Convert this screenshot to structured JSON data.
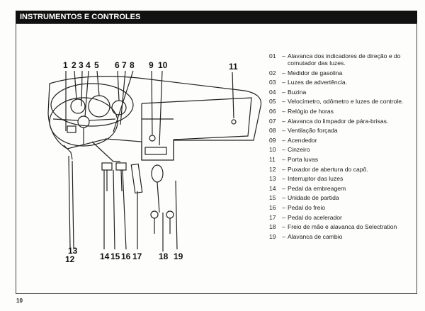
{
  "header": {
    "title": "INSTRUMENTOS E CONTROLES"
  },
  "callouts": [
    "1",
    "2",
    "3",
    "4",
    "5",
    "6",
    "7",
    "8",
    "9",
    "10",
    "11",
    "12",
    "13",
    "14",
    "15",
    "16",
    "17",
    "18",
    "19"
  ],
  "legend": [
    {
      "num": "01",
      "text": "Alavanca dos indicadores de direção e do comutador das luzes."
    },
    {
      "num": "02",
      "text": "Medidor de gasolina"
    },
    {
      "num": "03",
      "text": "Luzes de advertência."
    },
    {
      "num": "04",
      "text": "Buzina"
    },
    {
      "num": "05",
      "text": "Velocímetro, odômetro e luzes de controle."
    },
    {
      "num": "06",
      "text": "Relógio de horas"
    },
    {
      "num": "07",
      "text": "Alavanca do limpador de pára-brisas."
    },
    {
      "num": "08",
      "text": "Ventilação forçada"
    },
    {
      "num": "09",
      "text": "Acendedor"
    },
    {
      "num": "10",
      "text": "Cinzeiro"
    },
    {
      "num": "11",
      "text": "Porta luvas"
    },
    {
      "num": "12",
      "text": "Puxador de abertura do capô."
    },
    {
      "num": "13",
      "text": "Interruptor das luzes"
    },
    {
      "num": "14",
      "text": "Pedal da embreagem"
    },
    {
      "num": "15",
      "text": "Unidade de partida"
    },
    {
      "num": "16",
      "text": "Pedal do freio"
    },
    {
      "num": "17",
      "text": "Pedal do acelerador"
    },
    {
      "num": "18",
      "text": "Freio de mão e alavanca do Selectration"
    },
    {
      "num": "19",
      "text": "Alavanca de cambio"
    }
  ],
  "page_number": "10"
}
